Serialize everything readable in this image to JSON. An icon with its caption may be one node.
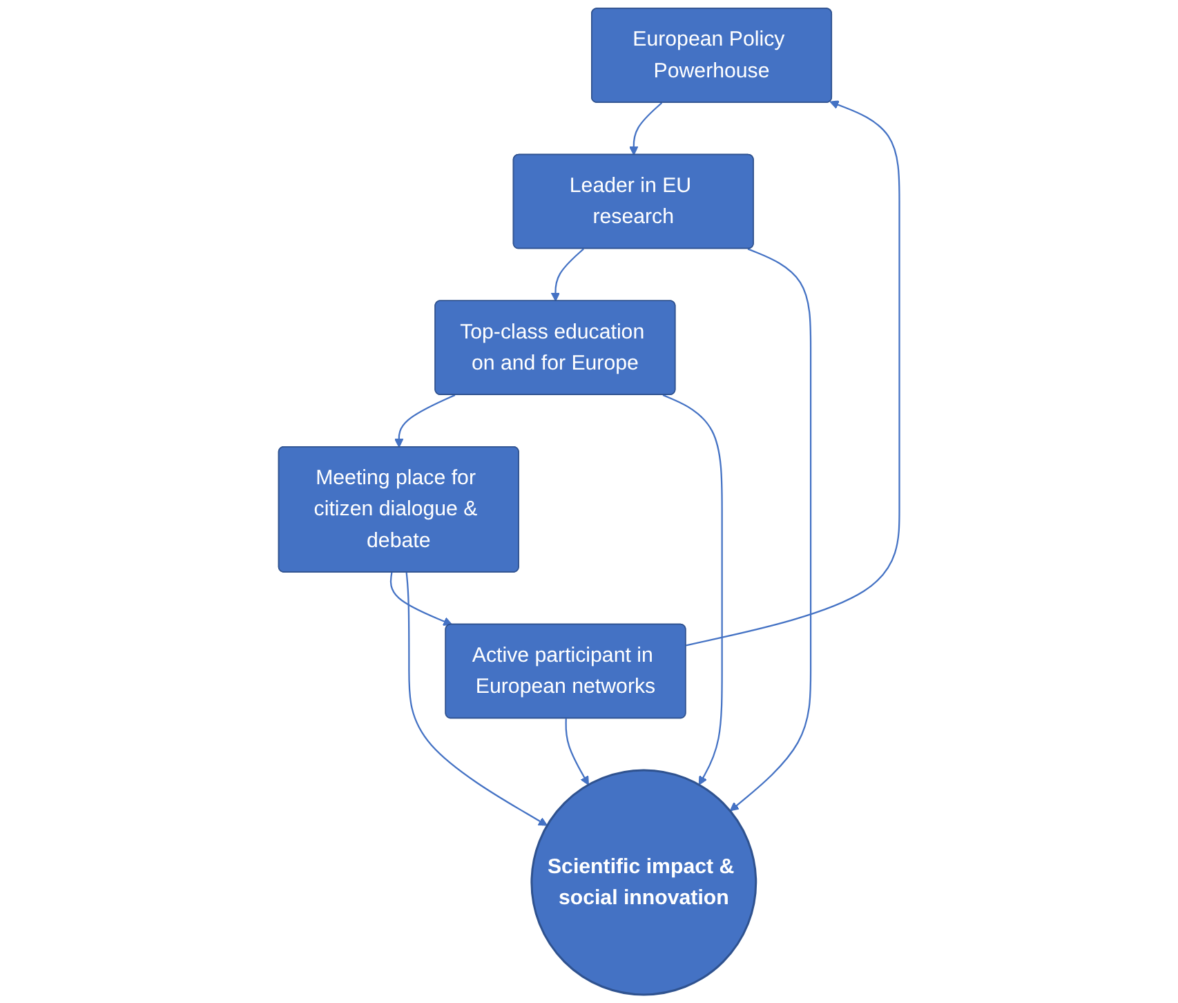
{
  "diagram": {
    "nodes": [
      {
        "text": [
          "European Policy Powerhouse"
        ]
      },
      {
        "text": [
          "Leader in EU research"
        ]
      },
      {
        "text": [
          "Top-class education on and for Europe"
        ]
      },
      {
        "text": [
          "Meeting place for citizen dialogue & debate"
        ]
      },
      {
        "text": [
          "Active participant in European networks"
        ]
      },
      {
        "text": [
          "Scientific impact & social innovation"
        ]
      }
    ],
    "edges": [
      {
        "from": 0,
        "to": 1,
        "arrow": "to"
      },
      {
        "from": 1,
        "to": 2,
        "arrow": "to"
      },
      {
        "from": 2,
        "to": 3,
        "arrow": "to"
      },
      {
        "from": 3,
        "to": 4,
        "arrow": "to"
      },
      {
        "from": 4,
        "to": 0,
        "arrow": "to"
      },
      {
        "from": 4,
        "to": 5,
        "arrow": "to"
      },
      {
        "from": 1,
        "to": 5,
        "arrow": "to"
      },
      {
        "from": 2,
        "to": 5,
        "arrow": "to"
      },
      {
        "from": 3,
        "to": 5,
        "arrow": "to"
      }
    ]
  }
}
